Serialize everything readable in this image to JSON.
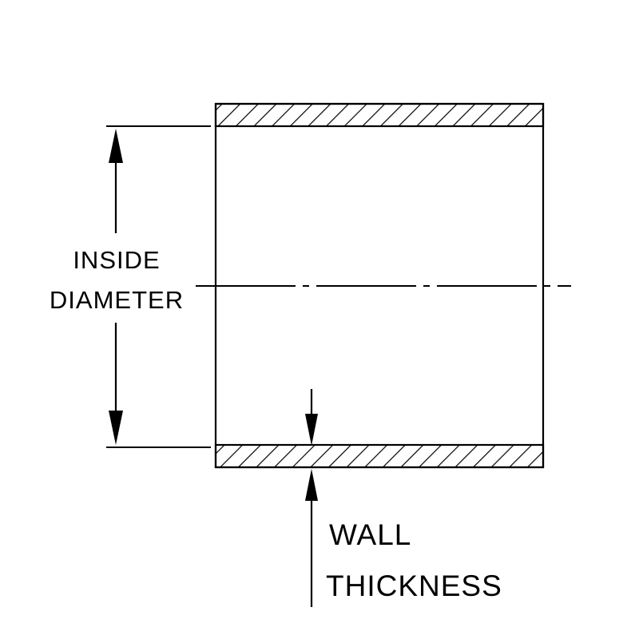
{
  "diagram": {
    "type": "technical-drawing-tube-cross-section",
    "background_color": "#ffffff",
    "line_color": "#000000",
    "labels": {
      "inside_diameter": {
        "line1": "INSIDE",
        "line2": "DIAMETER"
      },
      "wall_thickness": {
        "line1": "WALL",
        "line2": "THICKNESS"
      }
    }
  }
}
